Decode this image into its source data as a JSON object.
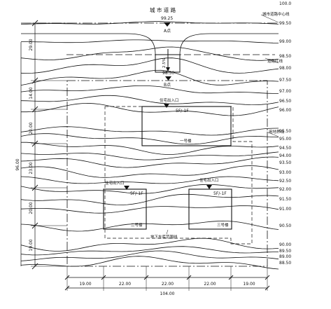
{
  "road": {
    "title": "城 市 道 路",
    "centerline_label": "城市道路中心线",
    "redline_label": "道路红线"
  },
  "points": {
    "a_label": "A点",
    "a_elevation": "99.25",
    "b_label": "B点",
    "b_elevation": "98.30",
    "ramp_value": "2.5%"
  },
  "site_boundary_label": "用地界线",
  "underground_label": "地下车库范围线",
  "buildings": [
    {
      "name": "一号楼",
      "floors": "5F/-1F",
      "entrance": "住宅出入口"
    },
    {
      "name": "二号楼",
      "floors": "5F/-1F",
      "entrance": "住宅出入口"
    },
    {
      "name": "三号楼",
      "floors": "5F/-1F",
      "entrance": "住宅出入口"
    }
  ],
  "contour_labels": [
    "100.0",
    "99.50",
    "99.00",
    "98.50",
    "98.00",
    "97.50",
    "97.00",
    "96.50",
    "96.00",
    "95.50",
    "95.00",
    "94.50",
    "94.00",
    "93.50",
    "93.00",
    "92.50",
    "92.00",
    "91.50",
    "91.00",
    "90.50",
    "90.00",
    "89.50",
    "89.00",
    "88.50"
  ],
  "left_dims": {
    "segments": [
      "29.00",
      "14.00",
      "20.00",
      "23.00",
      "20.00",
      "19.00"
    ],
    "total": "96.00"
  },
  "bottom_dims": {
    "segments": [
      "19.00",
      "22.00",
      "22.00",
      "22.00",
      "19.00"
    ],
    "total": "104.00"
  }
}
